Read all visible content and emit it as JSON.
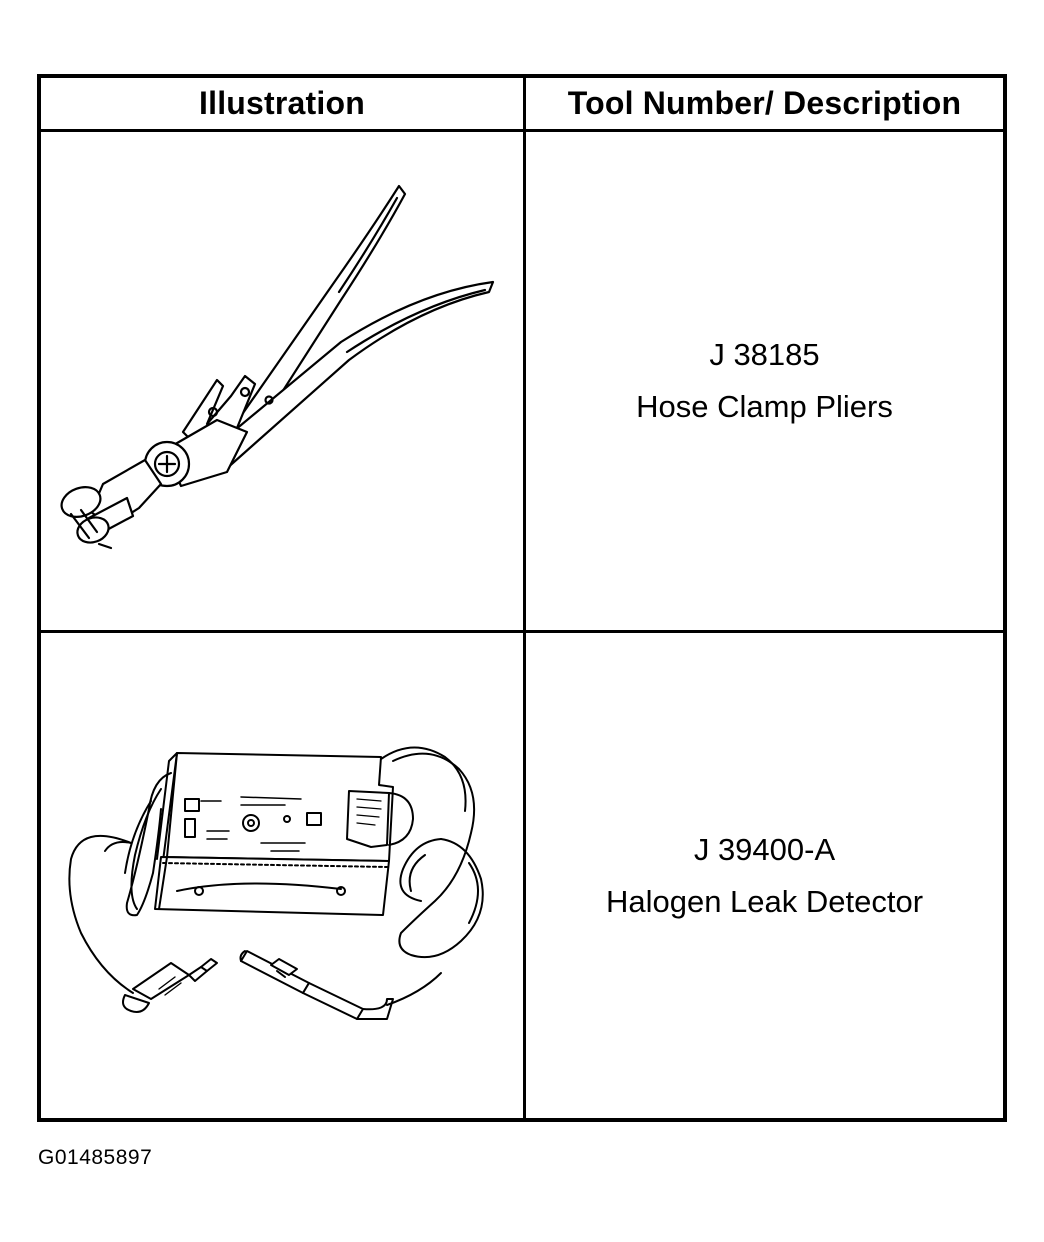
{
  "table": {
    "headers": {
      "illustration": "Illustration",
      "description": "Tool Number/ Description"
    },
    "rows": [
      {
        "illustration_icon": "hose-clamp-pliers-icon",
        "tool_number": "J 38185",
        "tool_name": "Hose Clamp Pliers"
      },
      {
        "illustration_icon": "halogen-leak-detector-icon",
        "tool_number": "J 39400-A",
        "tool_name": "Halogen Leak Detector"
      }
    ]
  },
  "figure_id": "G01485897"
}
